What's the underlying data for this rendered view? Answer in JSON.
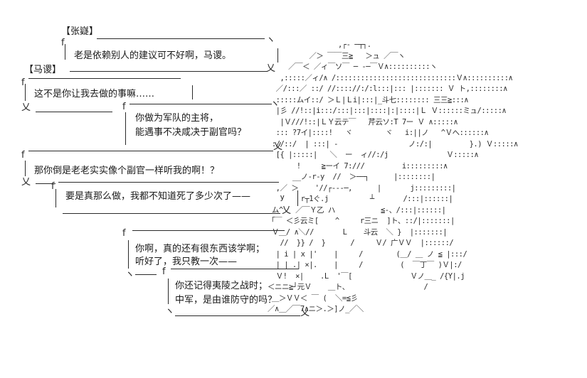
{
  "speakers": {
    "zhang_ni": "【张嶷】",
    "ma_su": "【马谡】"
  },
  "dialogue": [
    {
      "speaker": "zhang_ni",
      "text": "老是依赖别人的建议可不好啊，马谡。"
    },
    {
      "speaker": "ma_su",
      "text": "这不是你让我去做的事嘛……"
    },
    {
      "speaker": "zhang_ni",
      "lines": [
        "你做为军队的主将，",
        "能遇事不决咸决于副官吗？"
      ]
    },
    {
      "speaker": "zhang_ni",
      "text": "那你倒是老老实实像个副官一样听我的啊！？"
    },
    {
      "speaker": "ma_su",
      "text": "要是真那么做，我都不知道死了多少次了——"
    },
    {
      "speaker": "zhang_ni",
      "lines": [
        "你啊，真的还有很东西该学啊；",
        "听好了，我只教一次——"
      ]
    },
    {
      "speaker": "zhang_ni",
      "lines": [
        "你还记得夷陵之战时；",
        "中军，是由谁防守的吗？"
      ]
    }
  ],
  "ascii_art": [
    "                 ,┌‐ ─┬┐.",
    "          ／＞ ￣￣三≧   ＞ュ ／￣ヽ",
    "     ／￣＜ ／ィ￣ソ￣ ─ -─￣Ｖ∧::::::::::ヽ",
    "   ,:::::／ィ/∧ /:::::::::::::::::::::::::::::Ｖ∧::::::::::∧",
    "  ／/:::／ ::/ //:::://:/:l:::|::: |::::::: Ｖ ト,::::::::∧",
    "  :::::ムイ::/ ＞Ｌ|Ｌi|:::|_斗七:::::::: 三三≧:::∧",
    "  |彡 //!::|i:::/:::|:::|::::|:|::::|Ｌ Ｖ::::::ミュ/:::::∧",
    "   |Ｖ///!::|ＬＹ云テ￣   芹云ソ:T 7ー Ｖ ∧:::::∧",
    "  ::: ?7イ|::::!   ヾ        ヾ   i:||ノ   ^Ｖへ::::::∧",
    " ://::/  | :::| ‐                 ノ:/:|         }.) Ｖ:::::∧",
    "  [{ |:::::|   ＼  ー  ィ//:/j              Ｖ:::::∧",
    "       !     ≧ーイ 7:///         i:::::::::∧",
    "      __ノ-r‐y  //  ＞──┐      |::::::::|",
    "  ,／ ＞    '//┌‐‐‐─,      |       j:::::::::|",
    "   У    r┬1ぐ.j          ┴       /:::|::::::|",
    " ム^   ／￣Ｙ乙 ハ           ≦‐、/:::|::::::|",
    "「￣ ＜彡云ミ[    ^     r三ニ  ]ト、::/|:::::::|",
    " Ｖ＿/ ∧＼//       L    斗云  ＼ }  |:::::::|",
    "   //  }} /  }      /     Ｖ/ 广ＶＶ  |::::::/",
    "  | i | x |'    |     /        (＿/ ＿ ノ ≦ |:::/",
    "  | | .| ×|.    |     /         (  ￣丁￣ )Ｖ|:/",
    "  Ｖ!  ×|    .L  '￣[              Ｖノ＿_ /{Y|.j",
    "＜ニニ≧┘元Ｖ    ＿ト、                  /",
    " ＿＞ＶＶ＜ ￣ (  ＼=≦彡",
    "／∧＿／￣7∧ニ＞.＞]ノ_／＼"
  ]
}
